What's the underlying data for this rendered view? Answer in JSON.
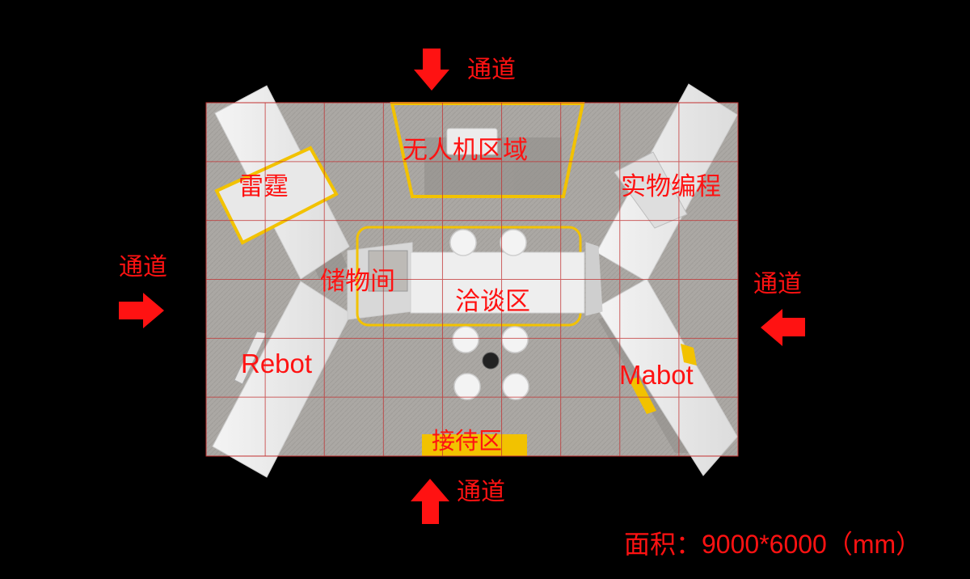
{
  "aisle_label": "通道",
  "zones": {
    "drone": "无人机区域",
    "leiting": "雷霆",
    "physical_programming": "实物编程",
    "storage": "储物间",
    "negotiation": "洽谈区",
    "rebot": "Rebot",
    "mabot": "Mabot",
    "reception": "接待区"
  },
  "area_note": "面积：9000*6000（mm）",
  "colors": {
    "background": "#000000",
    "label": "#ff1212",
    "grid_line": "#c23030",
    "accent_yellow": "#f2c200",
    "floor": "#a9a6a2",
    "furniture": "#efefef",
    "arrow": "#ff1212"
  }
}
